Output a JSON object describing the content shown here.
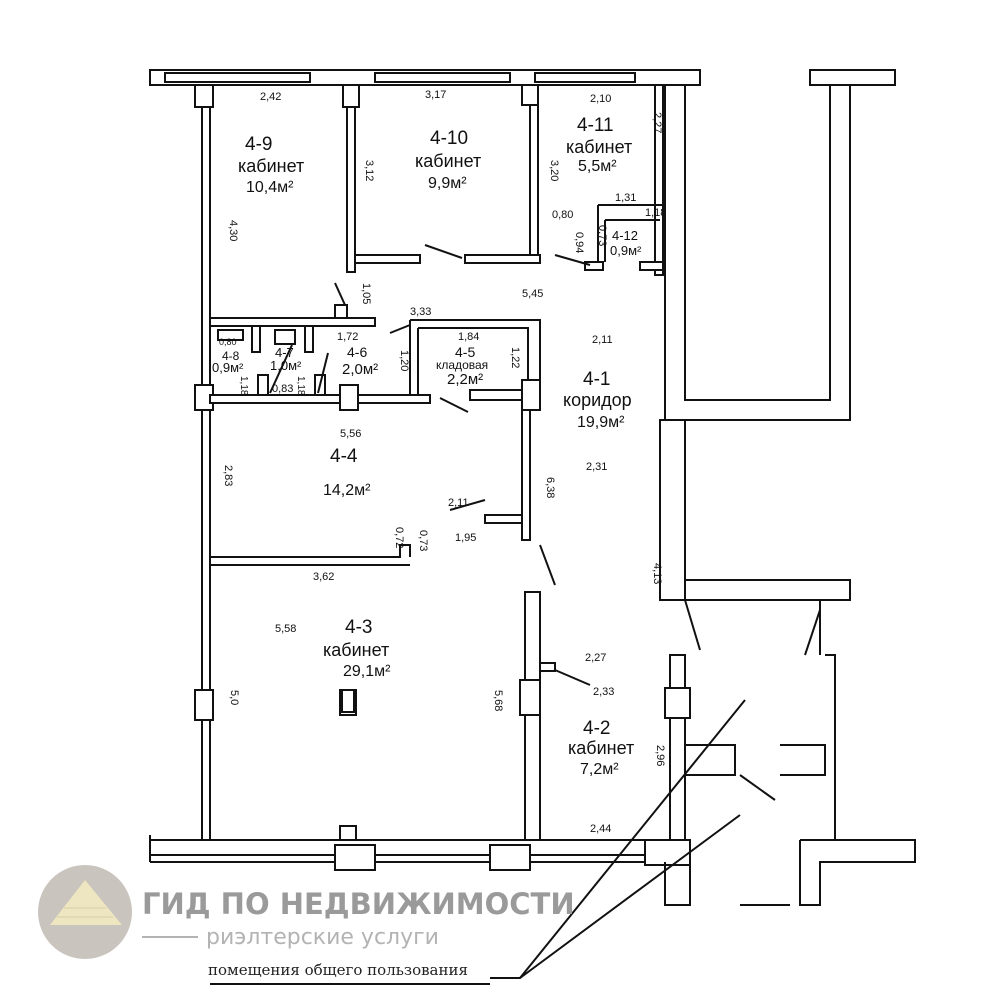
{
  "rooms": [
    {
      "id": "4-9",
      "name": "кабинет",
      "area": "10,4м²"
    },
    {
      "id": "4-10",
      "name": "кабинет",
      "area": "9,9м²"
    },
    {
      "id": "4-11",
      "name": "кабинет",
      "area": "5,5м²"
    },
    {
      "id": "4-12",
      "name": "",
      "area": "0,9м²"
    },
    {
      "id": "4-8",
      "name": "",
      "area": "0,9м²"
    },
    {
      "id": "4-7",
      "name": "",
      "area": "1,0м²"
    },
    {
      "id": "4-6",
      "name": "",
      "area": "2,0м²"
    },
    {
      "id": "4-5",
      "name": "кладовая",
      "area": "2,2м²"
    },
    {
      "id": "4-1",
      "name": "коридор",
      "area": "19,9м²"
    },
    {
      "id": "4-4",
      "name": "",
      "area": "14,2м²"
    },
    {
      "id": "4-3",
      "name": "кабинет",
      "area": "29,1м²"
    },
    {
      "id": "4-2",
      "name": "кабинет",
      "area": "7,2м²"
    }
  ],
  "dimensions": [
    "2,42",
    "3,17",
    "2,10",
    "4,30",
    "3,12",
    "3,20",
    "2,27",
    "1,31",
    "0,80",
    "0,94",
    "0,73",
    "1,18",
    "1,05",
    "5,45",
    "3,33",
    "1,72",
    "1,84",
    "1,20",
    "1,22",
    "0,80",
    "1,18",
    "0,83",
    "1,18",
    "2,11",
    "5,56",
    "2,83",
    "6,38",
    "2,31",
    "2,11",
    "0,72",
    "0,73",
    "1,95",
    "3,62",
    "5,58",
    "5,0",
    "5,68",
    "4,13",
    "2,27",
    "2,33",
    "2,96",
    "2,44"
  ],
  "legend": {
    "common_areas": "помещения общего пользования"
  },
  "watermark": {
    "title": "ГИД ПО НЕДВИЖИМОСТИ",
    "subtitle": "риэлтерские услуги"
  },
  "colors": {
    "walls": "#111111",
    "watermark_circle": "#c9c4bd",
    "watermark_pyramid": "#eee6c0"
  }
}
